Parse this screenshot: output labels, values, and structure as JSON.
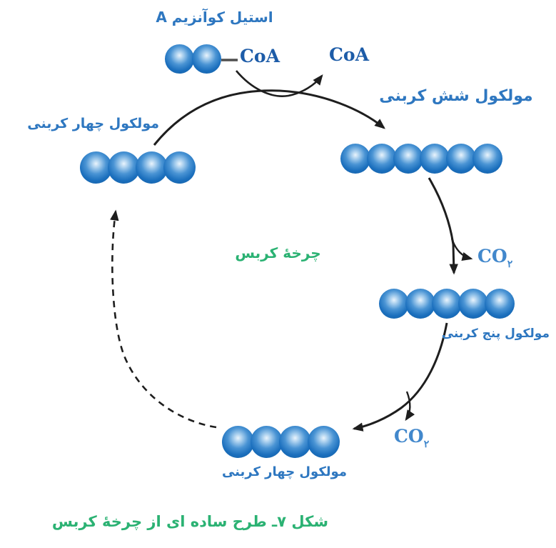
{
  "figure": {
    "acetyl_label": "استیل کوآنزیم A",
    "coa_attached": "CoA",
    "coa_released": "CoA",
    "six_carbon_label": "مولکول شش کربنی",
    "five_carbon_label": "مولکول پنج کربنی",
    "four_carbon_left_label": "مولکول چهار کربنی",
    "four_carbon_bottom_label": "مولکول چهار کربنی",
    "center_label": "چرخهٔ کربس",
    "caption": "شکل ۷ـ طرح ساده ای از چرخهٔ کربس",
    "co2": {
      "formula": "CO",
      "subscript": "۲"
    },
    "molecules": {
      "acetyl_carbons": 2,
      "six_carbons": 6,
      "five_carbons": 5,
      "four_left_carbons": 4,
      "four_bottom_carbons": 4
    },
    "colors": {
      "ball_blue": "#1b6fbd",
      "label_blue": "#2e77c0",
      "formula_blue": "#1d5ca8",
      "co2_blue": "#4288cc",
      "green": "#2bb273",
      "arrow_black": "#1e1e1e"
    }
  }
}
